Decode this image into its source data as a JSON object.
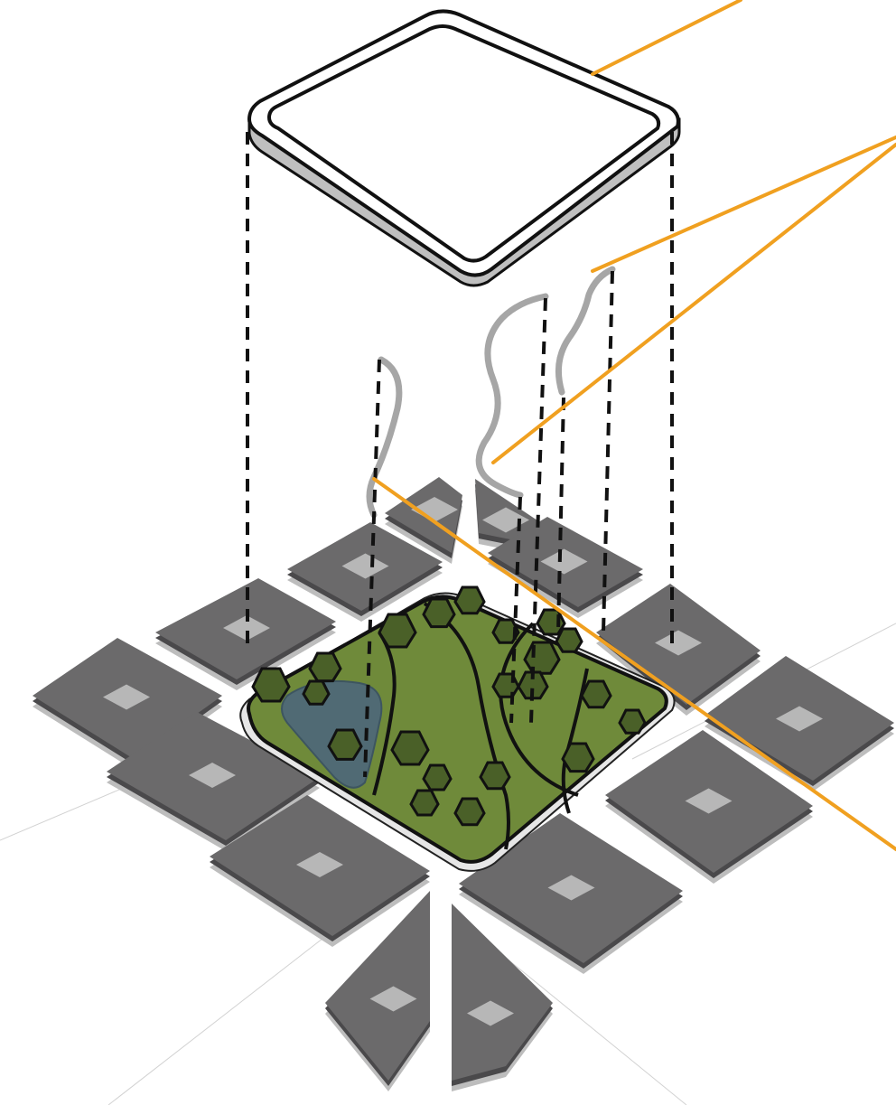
{
  "diagram": {
    "type": "exploded-axonometric",
    "labels": [],
    "colors": {
      "background": "#ffffff",
      "block_top": "#6b6a6b",
      "block_side": "#4a494b",
      "block_base": "#bdbdbd",
      "courtyard": "#b7b7b7",
      "park_green": "#6f8a3a",
      "park_dark": "#4a6028",
      "pond": "#506a74",
      "frame_stroke": "#111111",
      "frame_fill": "#bfbfbf",
      "path_grey": "#a6a6a6",
      "leader": "#f0a020",
      "dashed": "#111111",
      "ground_line": "#c8c8c8"
    },
    "components": [
      {
        "name": "perimeter-frame",
        "count": 1
      },
      {
        "name": "walking-path",
        "count": 3
      },
      {
        "name": "park-square",
        "count": 1
      },
      {
        "name": "building-block",
        "count": 14
      },
      {
        "name": "leader-line",
        "count": 4
      }
    ]
  }
}
